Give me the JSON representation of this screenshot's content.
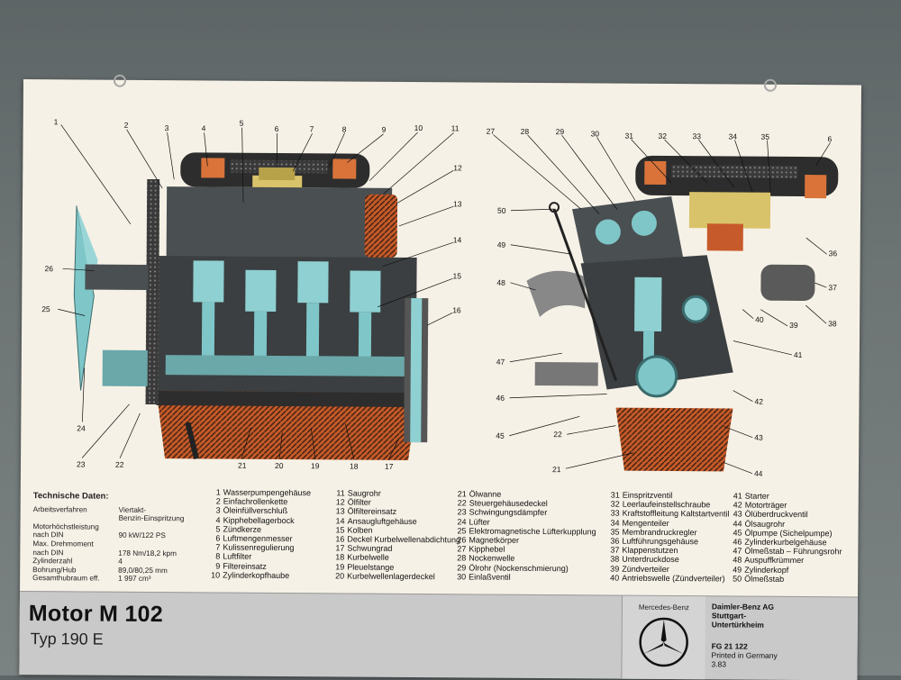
{
  "poster": {
    "title": "Motor M 102",
    "subtitle": "Typ 190 E"
  },
  "callouts_left": [
    "1",
    "2",
    "3",
    "4",
    "5",
    "6",
    "7",
    "8",
    "9",
    "10",
    "11",
    "12",
    "13",
    "14",
    "15",
    "16",
    "17",
    "18",
    "19",
    "20",
    "21",
    "22",
    "23",
    "24",
    "25",
    "26"
  ],
  "callouts_right": [
    "27",
    "28",
    "29",
    "30",
    "31",
    "32",
    "33",
    "34",
    "35",
    "6",
    "36",
    "37",
    "38",
    "39",
    "40",
    "41",
    "42",
    "43",
    "44",
    "21",
    "22",
    "45",
    "46",
    "47",
    "48",
    "49",
    "50"
  ],
  "tech": {
    "heading": "Technische Daten:",
    "rows": [
      {
        "k": "Arbeitsverfahren",
        "v": "Viertakt-"
      },
      {
        "k": "",
        "v": "Benzin-Einspritzung"
      },
      {
        "k": "Motorhöchstleistung",
        "v": ""
      },
      {
        "k": "nach DIN",
        "v": "90 kW/122 PS"
      },
      {
        "k": "Max. Drehmoment",
        "v": ""
      },
      {
        "k": "nach DIN",
        "v": "178 Nm/18,2 kpm"
      },
      {
        "k": "Zylinderzahl",
        "v": "4"
      },
      {
        "k": "Bohrung/Hub",
        "v": "89,0/80,25 mm"
      },
      {
        "k": "Gesamthubraum eff.",
        "v": "1 997 cm³"
      }
    ]
  },
  "legend": [
    [
      {
        "n": "1",
        "t": "Wasserpumpengehäuse"
      },
      {
        "n": "2",
        "t": "Einfachrollenkette"
      },
      {
        "n": "3",
        "t": "Öleinfüllverschluß"
      },
      {
        "n": "4",
        "t": "Kipphebellagerbock"
      },
      {
        "n": "5",
        "t": "Zündkerze"
      },
      {
        "n": "6",
        "t": "Luftmengenmesser"
      },
      {
        "n": "7",
        "t": "Kulissenregulierung"
      },
      {
        "n": "8",
        "t": "Luftfilter"
      },
      {
        "n": "9",
        "t": "Filtereinsatz"
      },
      {
        "n": "10",
        "t": "Zylinderkopfhaube"
      }
    ],
    [
      {
        "n": "11",
        "t": "Saugrohr"
      },
      {
        "n": "12",
        "t": "Ölfilter"
      },
      {
        "n": "13",
        "t": "Ölfiltereinsatz"
      },
      {
        "n": "14",
        "t": "Ansaugluftgehäuse"
      },
      {
        "n": "15",
        "t": "Kolben"
      },
      {
        "n": "16",
        "t": "Deckel Kurbelwellenabdichtung"
      },
      {
        "n": "17",
        "t": "Schwungrad"
      },
      {
        "n": "18",
        "t": "Kurbelwelle"
      },
      {
        "n": "19",
        "t": "Pleuelstange"
      },
      {
        "n": "20",
        "t": "Kurbelwellenlagerdeckel"
      }
    ],
    [
      {
        "n": "21",
        "t": "Ölwanne"
      },
      {
        "n": "22",
        "t": "Steuergehäusedeckel"
      },
      {
        "n": "23",
        "t": "Schwingungsdämpfer"
      },
      {
        "n": "24",
        "t": "Lüfter"
      },
      {
        "n": "25",
        "t": "Elektromagnetische Lüfterkupplung"
      },
      {
        "n": "26",
        "t": "Magnetkörper"
      },
      {
        "n": "27",
        "t": "Kipphebel"
      },
      {
        "n": "28",
        "t": "Nockenwelle"
      },
      {
        "n": "29",
        "t": "Ölrohr (Nockenschmierung)"
      },
      {
        "n": "30",
        "t": "Einlaßventil"
      }
    ],
    [
      {
        "n": "31",
        "t": "Einspritzventil"
      },
      {
        "n": "32",
        "t": "Leerlaufeinstellschraube"
      },
      {
        "n": "33",
        "t": "Kraftstoffleitung Kaltstartventil"
      },
      {
        "n": "34",
        "t": "Mengenteiler"
      },
      {
        "n": "35",
        "t": "Membrandruckregler"
      },
      {
        "n": "36",
        "t": "Luftführungsgehäuse"
      },
      {
        "n": "37",
        "t": "Klappenstutzen"
      },
      {
        "n": "38",
        "t": "Unterdruckdose"
      },
      {
        "n": "39",
        "t": "Zündverteiler"
      },
      {
        "n": "40",
        "t": "Antriebswelle (Zündverteiler)"
      }
    ],
    [
      {
        "n": "41",
        "t": "Starter"
      },
      {
        "n": "42",
        "t": "Motorträger"
      },
      {
        "n": "43",
        "t": "Ölüberdruckventil"
      },
      {
        "n": "44",
        "t": "Ölsaugrohr"
      },
      {
        "n": "45",
        "t": "Ölpumpe (Sichelpumpe)"
      },
      {
        "n": "46",
        "t": "Zylinderkurbelgehäuse"
      },
      {
        "n": "47",
        "t": "Ölmeßstab – Führungsrohr"
      },
      {
        "n": "48",
        "t": "Auspuffkrümmer"
      },
      {
        "n": "49",
        "t": "Zylinderkopf"
      },
      {
        "n": "50",
        "t": "Ölmeßstab"
      }
    ]
  ],
  "brand": {
    "name": "Mercedes-Benz",
    "company": "Daimler-Benz AG",
    "location1": "Stuttgart-",
    "location2": "Untertürkheim",
    "code": "FG 21 122",
    "printed": "Printed in Germany",
    "date": "3.83"
  },
  "colors": {
    "board": "#f6f1e6",
    "footer": "#c9c9c9",
    "cyan": "#7fc6c8",
    "orange": "#d9733a",
    "dark": "#2a2a2a"
  }
}
